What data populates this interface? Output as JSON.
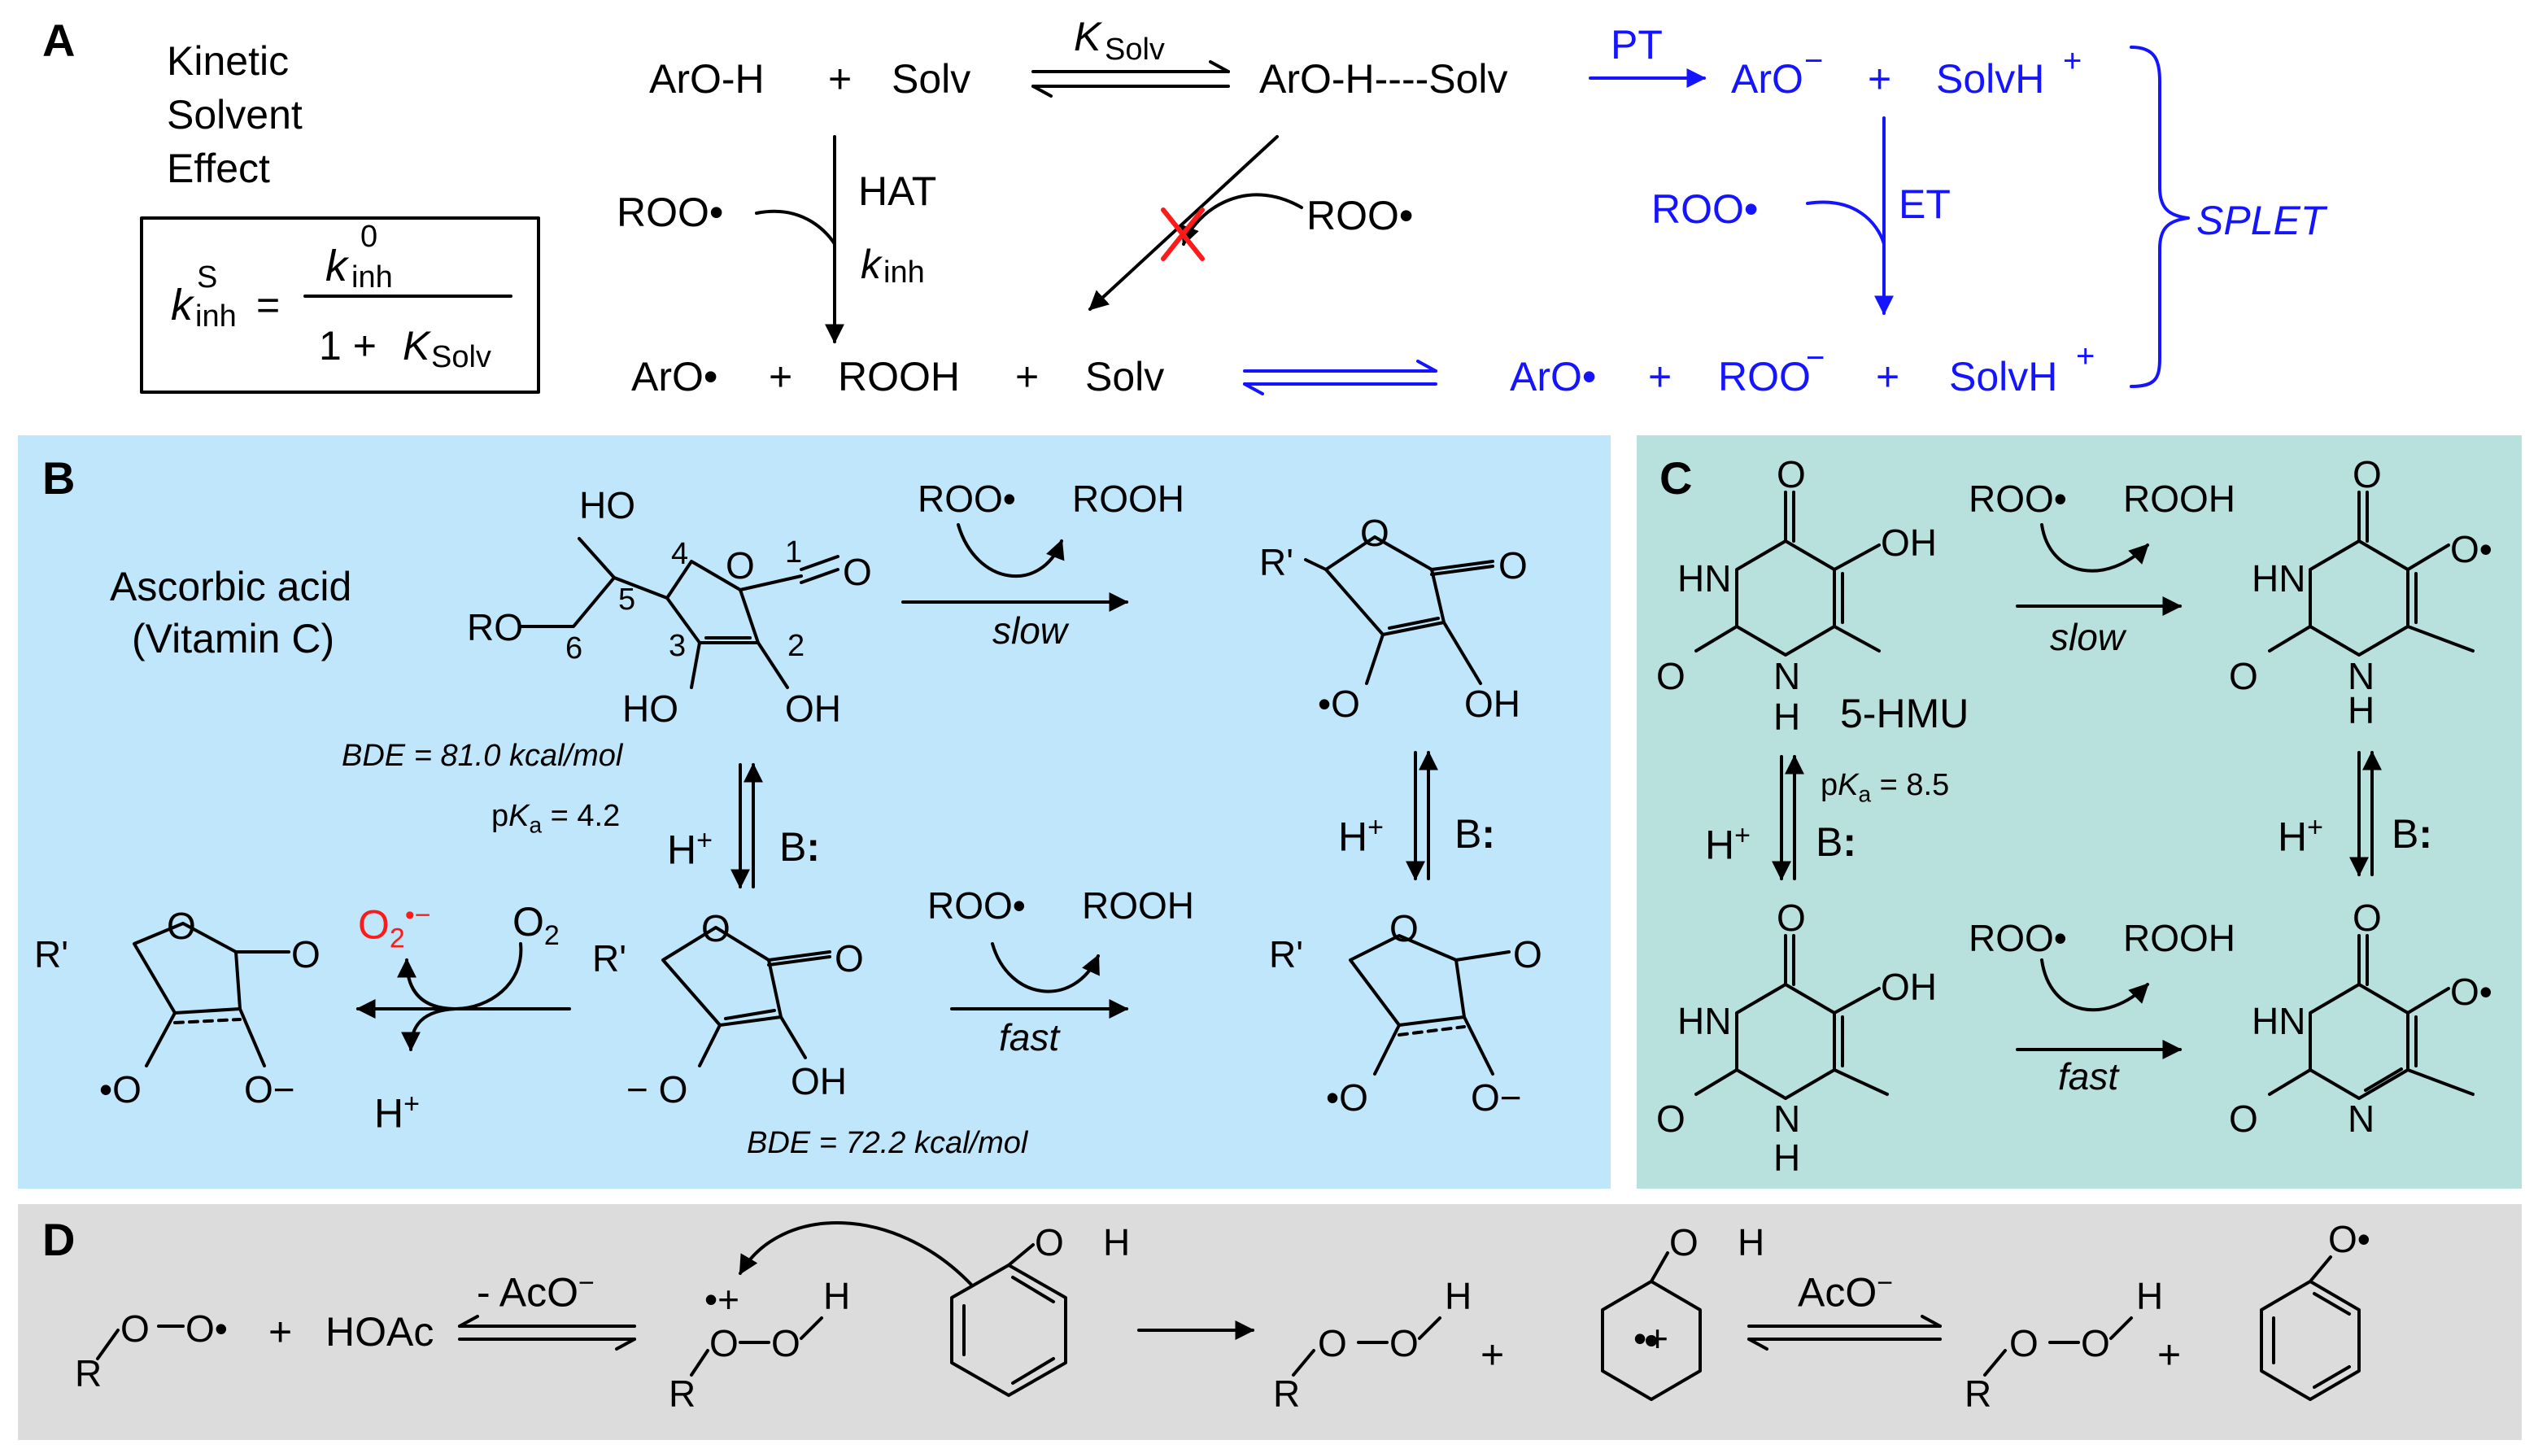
{
  "panelA": {
    "label": "A",
    "kse_title": [
      "Kinetic",
      "Solvent",
      "Effect"
    ],
    "equation": {
      "lhs": "k",
      "lhs_sup": "S",
      "lhs_sub": "inh",
      "eq": "=",
      "num": "k",
      "num_sup": "0",
      "num_sub": "inh",
      "den_prefix": "1 + ",
      "den_K": "K",
      "den_sub": "Solv"
    },
    "row1": {
      "aroh": "ArO-H",
      "plus1": "+",
      "solv": "Solv",
      "K": "K",
      "K_sub": "Solv",
      "complex": "ArO-H----Solv",
      "pt": "PT",
      "aro_minus": "ArO",
      "minus": "−",
      "plus2": "+",
      "solvh": "SolvH",
      "plus_sup": "+"
    },
    "left_branch": {
      "roo": "ROO•",
      "hat": "HAT",
      "k": "k",
      "k_sub": "inh"
    },
    "middle": {
      "roo": "ROO•",
      "blocked": "X"
    },
    "right_branch": {
      "roo": "ROO•",
      "et": "ET",
      "splet": "SPLET"
    },
    "row3": {
      "aro_rad": "ArO•",
      "plus1": "+",
      "rooh": "ROOH",
      "plus2": "+",
      "solv": "Solv",
      "aro_rad_b": "ArO•",
      "plus3": "+",
      "roo_minus": "ROO",
      "minus": "−",
      "plus4": "+",
      "solvh": "SolvH",
      "plus_sup": "+"
    }
  },
  "panelB": {
    "label": "B",
    "name": [
      "Ascorbic acid",
      "(Vitamin C)"
    ],
    "ho": "HO",
    "ro": "RO",
    "o1": "O",
    "o_carbonyl": "O",
    "numbers": [
      "1",
      "2",
      "3",
      "4",
      "5",
      "6"
    ],
    "ho3": "HO",
    "oh2": "OH",
    "bde1": "BDE = 81.0 kcal/mol",
    "top_reaction": {
      "roo": "ROO•",
      "rooh": "ROOH",
      "speed": "slow"
    },
    "radical": {
      "rprime": "R'",
      "o": "O",
      "o_carbonyl": "O",
      "o_rad": "•O",
      "oh": "OH"
    },
    "pka": {
      "p": "p",
      "K": "K",
      "a": "a",
      "val": " = 4.2",
      "h": "H",
      "hsup": "+",
      "b": "B"
    },
    "equil_right": {
      "h": "H",
      "hsup": "+",
      "b": "B"
    },
    "anion": {
      "rprime": "R'",
      "o": "O",
      "o_carbonyl": "O",
      "o_minus": "− O",
      "oh": "OH"
    },
    "bde2": "BDE = 72.2 kcal/mol",
    "bottom_reaction": {
      "roo": "ROO•",
      "rooh": "ROOH",
      "speed": "fast"
    },
    "superoxide": {
      "o2": "O",
      "sub": "2",
      "sup": "•−"
    },
    "o2": {
      "o": "O",
      "sub": "2"
    },
    "hplus": {
      "h": "H",
      "sup": "+"
    },
    "left_product": {
      "rprime": "R'",
      "o": "O",
      "o_carb": "O",
      "o_rad": "•O",
      "o_minus": "O−"
    },
    "right_product": {
      "rprime": "R'",
      "o": "O",
      "o_carb": "O",
      "o_rad": "•O",
      "o_minus": "O−"
    }
  },
  "panelC": {
    "label": "C",
    "name": "5-HMU",
    "top_left": {
      "o_top": "O",
      "hn": "HN",
      "o_left": "O",
      "n": "N",
      "h": "H",
      "oh": "OH"
    },
    "top_reaction": {
      "roo": "ROO•",
      "rooh": "ROOH",
      "speed": "slow"
    },
    "top_right": {
      "o_top": "O",
      "hn": "HN",
      "o_left": "O",
      "n": "N",
      "h": "H",
      "o_rad": "O•"
    },
    "pka": {
      "p": "p",
      "K": "K",
      "a": "a",
      "val": " = 8.5"
    },
    "equil_left": {
      "h": "H",
      "hsup": "+",
      "b": "B"
    },
    "equil_right": {
      "h": "H",
      "hsup": "+",
      "b": "B"
    },
    "bottom_left": {
      "o_top": "O",
      "hn": "HN",
      "o_left": "O",
      "n": "N",
      "h": "H",
      "oh": "OH"
    },
    "bottom_reaction": {
      "roo": "ROO•",
      "rooh": "ROOH",
      "speed": "fast"
    },
    "bottom_right": {
      "o_top": "O",
      "hn": "HN",
      "o_left": "O",
      "n": "N",
      "o_rad": "O•"
    }
  },
  "panelD": {
    "label": "D",
    "peroxyl": {
      "r": "R",
      "o1": "O",
      "o2": "O•"
    },
    "plus1": "+",
    "hoac": "HOAc",
    "arrow_label": {
      "text": "- AcO",
      "sup": "−"
    },
    "protonated": {
      "r": "R",
      "o1": "O",
      "o2": "O",
      "h": "H",
      "charge": "•+"
    },
    "phenol_oh": "O",
    "phenol_h": "H",
    "product1": {
      "r": "R",
      "o1": "O",
      "o2": "O",
      "h": "H"
    },
    "plus2": "+",
    "cation_oh": "O",
    "cation_h": "H",
    "cation_charge": "•+",
    "arrow2_label": {
      "text": "AcO",
      "sup": "−"
    },
    "product2": {
      "r": "R",
      "o1": "O",
      "o2": "O",
      "h": "H"
    },
    "plus3": "+",
    "phenoxyl_o": "O•"
  },
  "colors": {
    "blue": "#1414ff",
    "red": "#ff1a1a",
    "panelB_bg": "#bfe6fa",
    "panelC_bg": "#b8e1dd",
    "panelD_bg": "#dcdcdc"
  }
}
